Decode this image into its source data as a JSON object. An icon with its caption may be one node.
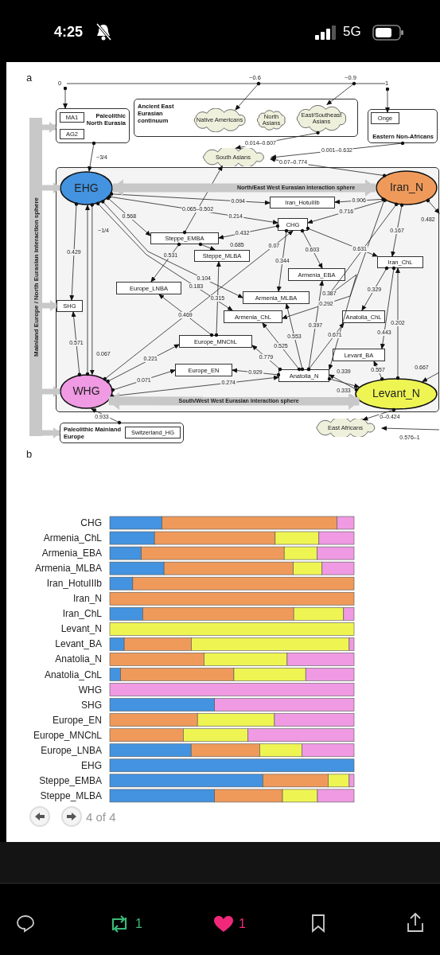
{
  "diagram": {
    "nodes": [
      {
        "text": [
          "0"
        ]
      },
      {
        "text": [
          "~0.6"
        ]
      },
      {
        "text": [
          "~0.9"
        ]
      },
      {
        "text": [
          "1"
        ]
      },
      {
        "text": [
          "Paleolithic North Eurasia"
        ]
      },
      {
        "text": [
          "MA1"
        ],
        "in": 4
      },
      {
        "text": [
          "AG2"
        ],
        "in": 4
      },
      {
        "text": [
          "Ancient East Eurasian continuum"
        ]
      },
      {
        "text": [
          "Native Americans"
        ],
        "in": 7
      },
      {
        "text": [
          "North Asians"
        ],
        "in": 7
      },
      {
        "text": [
          "East/Southeast Asians"
        ],
        "in": 7
      },
      {
        "text": [
          "Eastern Non-Africans"
        ]
      },
      {
        "text": [
          "Onge"
        ],
        "in": 11
      },
      {
        "text": [
          "South Asians"
        ]
      },
      {
        "text": [],
        "shape": "box"
      },
      {
        "text": [
          "EHG"
        ],
        "in": 14
      },
      {
        "text": [
          "Iran_N"
        ],
        "in": 14
      },
      {
        "text": [
          "Iran_HotuIIIb"
        ],
        "in": 14
      },
      {
        "text": [
          "CHG"
        ],
        "in": 14
      },
      {
        "text": [
          "Steppe_EMBA"
        ],
        "in": 14
      },
      {
        "text": [
          "Steppe_MLBA"
        ],
        "in": 14
      },
      {
        "text": [
          "Iran_ChL"
        ],
        "in": 14
      },
      {
        "text": [
          "Armenia_EBA"
        ],
        "in": 14
      },
      {
        "text": [
          "Europe_LNBA"
        ],
        "in": 14
      },
      {
        "text": [
          "SHG"
        ],
        "in": 14
      },
      {
        "text": [
          "Armenia_MLBA"
        ],
        "in": 14
      },
      {
        "text": [
          "Armenia_ChL"
        ],
        "in": 14
      },
      {
        "text": [
          "Anatolia_ChL"
        ],
        "in": 14
      },
      {
        "text": [
          "Europe_MNChL"
        ],
        "in": 14
      },
      {
        "text": [
          "Levant_BA"
        ],
        "in": 14
      },
      {
        "text": [
          "WHG"
        ],
        "in": 14
      },
      {
        "text": [
          "Europe_EN"
        ],
        "in": 14
      },
      {
        "text": [
          "Anatolia_N"
        ],
        "in": 14
      },
      {
        "text": [
          "Levant_N"
        ],
        "in": 14
      },
      {
        "text": [
          "Mainland Europe / North Eurasian interaction sphere"
        ]
      },
      {
        "text": [
          "Paleolithic Mainland Europe"
        ]
      },
      {
        "text": [
          "Switzerland_HG"
        ],
        "in": 35
      },
      {
        "text": [
          "East Africans"
        ]
      }
    ],
    "edges": [
      {
        "from": 0,
        "to": 1,
        "arrow": "none"
      },
      {
        "from": 1,
        "to": 2,
        "arrow": "none"
      },
      {
        "from": 2,
        "to": 3,
        "arrow": "none"
      },
      {
        "from": 0,
        "to": 4,
        "arrow": "to"
      },
      {
        "from": 1,
        "to": 8,
        "arrow": "to"
      },
      {
        "from": 2,
        "to": 10,
        "arrow": "to"
      },
      {
        "from": 3,
        "to": 12,
        "arrow": "to"
      },
      {
        "from": 4,
        "to": 15,
        "arrow": "to",
        "label": "~3/4"
      },
      {
        "from": 10,
        "to": 13,
        "arrow": "to",
        "label": "0.014–0.607"
      },
      {
        "from": 11,
        "to": 13,
        "arrow": "to",
        "label": "0.001–0.632"
      },
      {
        "from": 16,
        "to": 13,
        "arrow": "to",
        "label": "0.07–0.774"
      },
      {
        "from": 19,
        "to": 13,
        "arrow": "to",
        "label": "0.065–0.502"
      },
      {
        "from": 15,
        "to": 19,
        "arrow": "to",
        "label": "0.568"
      },
      {
        "from": 15,
        "to": 17,
        "arrow": "to",
        "label": "0.094"
      },
      {
        "from": 16,
        "to": 17,
        "arrow": "to",
        "label": "0.906"
      },
      {
        "from": 15,
        "to": 18,
        "arrow": "to",
        "label": "0.214"
      },
      {
        "from": 16,
        "to": 18,
        "arrow": "to",
        "label": "0.716"
      },
      {
        "from": 18,
        "to": 19,
        "arrow": "to",
        "label": "0.432"
      },
      {
        "from": 30,
        "to": 18,
        "arrow": "to",
        "label": "0.07"
      },
      {
        "from": 19,
        "to": 20,
        "arrow": "to",
        "label": "0.685"
      },
      {
        "from": 19,
        "to": 23,
        "arrow": "to",
        "label": "0.531"
      },
      {
        "from": 28,
        "to": 20,
        "arrow": "to",
        "label": "0.315"
      },
      {
        "from": 28,
        "to": 23,
        "arrow": "to",
        "label": "0.469"
      },
      {
        "from": 18,
        "to": 25,
        "arrow": "to",
        "label": "0.344"
      },
      {
        "from": 18,
        "to": 22,
        "arrow": "to",
        "label": "0.603"
      },
      {
        "from": 18,
        "to": 21,
        "arrow": "to",
        "label": "0.631"
      },
      {
        "from": 16,
        "to": 21,
        "arrow": "to",
        "label": "0.167"
      },
      {
        "from": 33,
        "to": 21,
        "arrow": "to",
        "label": "0.202"
      },
      {
        "from": 15,
        "to": 25,
        "arrow": "to",
        "label": "0.104"
      },
      {
        "from": 15,
        "to": 26,
        "arrow": "to",
        "label": "0.183"
      },
      {
        "from": 16,
        "to": 26,
        "arrow": "to",
        "label": "0.292"
      },
      {
        "from": 32,
        "to": 22,
        "arrow": "to",
        "label": "0.397"
      },
      {
        "from": 32,
        "to": 25,
        "arrow": "to",
        "label": "0.553"
      },
      {
        "from": 32,
        "to": 26,
        "arrow": "to",
        "label": "0.525"
      },
      {
        "from": 32,
        "to": 27,
        "arrow": "to",
        "label": "0.671"
      },
      {
        "from": 21,
        "to": 27,
        "arrow": "to",
        "label": "0.329"
      },
      {
        "from": 21,
        "to": 29,
        "arrow": "to",
        "label": "0.443"
      },
      {
        "from": 33,
        "to": 29,
        "arrow": "to",
        "label": "0.557"
      },
      {
        "from": 32,
        "to": 28,
        "arrow": "to",
        "label": "0.779"
      },
      {
        "from": 16,
        "to": 32,
        "arrow": "to",
        "label": "0.387"
      },
      {
        "from": 30,
        "to": 28,
        "arrow": "to",
        "label": "0.221"
      },
      {
        "from": 30,
        "to": 31,
        "arrow": "to",
        "label": "0.071"
      },
      {
        "from": 32,
        "to": 31,
        "arrow": "to",
        "label": "0.929"
      },
      {
        "from": 30,
        "to": 32,
        "arrow": "to",
        "label": "0.274"
      },
      {
        "from": 33,
        "to": 32,
        "arrow": "to",
        "label": "0.339"
      },
      {
        "from": 32,
        "to": 33,
        "arrow": "to",
        "label": "0.333"
      },
      {
        "from": 16,
        "to": null,
        "arrow": "to",
        "label": "0.482"
      },
      {
        "from": null,
        "to": 33,
        "arrow": "to",
        "label": "0.667"
      },
      {
        "from": 15,
        "to": 24,
        "arrow": "to",
        "label": "0.429"
      },
      {
        "from": 30,
        "to": 24,
        "arrow": "to",
        "label": "0.571"
      },
      {
        "from": 30,
        "to": 15,
        "arrow": "to",
        "label": "~1/4"
      },
      {
        "from": 15,
        "to": 30,
        "arrow": "to",
        "label": "0.067"
      },
      {
        "from": 35,
        "to": 30,
        "arrow": "to",
        "label": "0.933"
      },
      {
        "from": 33,
        "to": 37,
        "arrow": "to",
        "label": "0–0.424"
      },
      {
        "from": null,
        "to": 37,
        "arrow": "to",
        "label": "0.576–1"
      },
      {
        "from": 15,
        "to": 16,
        "arrow": "both",
        "label": "North/East West Eurasian interaction sphere",
        "style": "thick",
        "color": "#c8c8c8"
      },
      {
        "from": 30,
        "to": 33,
        "arrow": "both",
        "label": "South/West West Eurasian interaction sphere",
        "style": "thick",
        "color": "#c8c8c8"
      },
      {
        "from": 34,
        "to": 4,
        "arrow": "to",
        "style": "thick",
        "color": "#c8c8c8"
      },
      {
        "from": 34,
        "to": 15,
        "arrow": "to",
        "style": "thick",
        "color": "#c8c8c8"
      },
      {
        "from": 34,
        "to": 24,
        "arrow": "to",
        "style": "thick",
        "color": "#c8c8c8"
      },
      {
        "from": 34,
        "to": 30,
        "arrow": "to",
        "style": "thick",
        "color": "#c8c8c8"
      },
      {
        "from": 34,
        "to": 35,
        "arrow": "to",
        "style": "thick",
        "color": "#c8c8c8"
      }
    ],
    "labels": [
      "4:25",
      "5G",
      "a",
      "b",
      "CHG",
      "Armenia_ChL",
      "Armenia_EBA",
      "Armenia_MLBA",
      "Iran_HotuIIIb",
      "Iran_N",
      "Iran_ChL",
      "Levant_N",
      "Levant_BA",
      "Anatolia_N",
      "Anatolia_ChL",
      "WHG",
      "SHG",
      "Europe_EN",
      "Europe_MNChL",
      "Europe_LNBA",
      "EHG",
      "Steppe_EMBA",
      "Steppe_MLBA",
      "4 of 4",
      "1",
      "1"
    ]
  }
}
